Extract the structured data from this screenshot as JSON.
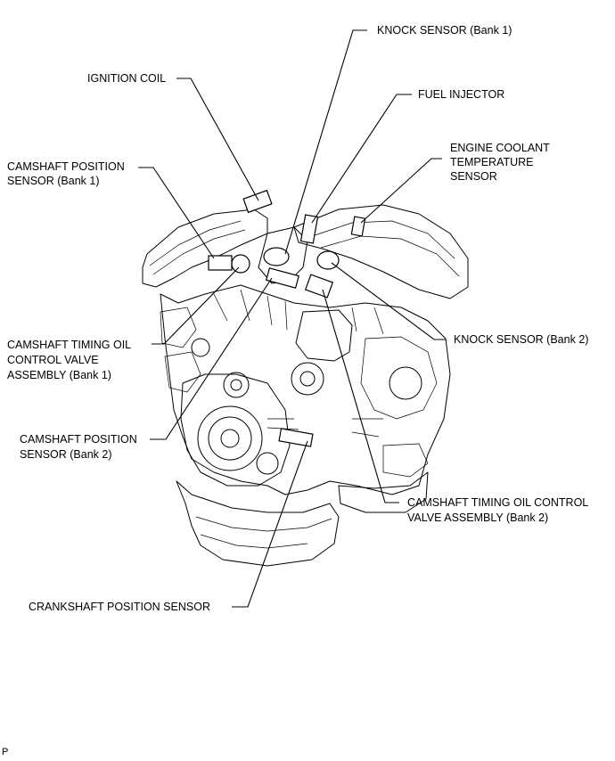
{
  "labels": {
    "knock_bank1": "KNOCK SENSOR (Bank 1)",
    "ignition_coil": "IGNITION COIL",
    "fuel_injector": "FUEL INJECTOR",
    "ect_1": "ENGINE COOLANT",
    "ect_2": "TEMPERATURE",
    "ect_3": "SENSOR",
    "cmp_b1_1": "CAMSHAFT POSITION",
    "cmp_b1_2": "SENSOR (Bank 1)",
    "knock_bank2": "KNOCK SENSOR (Bank 2)",
    "ocv_b1_1": "CAMSHAFT TIMING OIL",
    "ocv_b1_2": "CONTROL VALVE",
    "ocv_b1_3": "ASSEMBLY (Bank 1)",
    "cmp_b2_1": "CAMSHAFT POSITION",
    "cmp_b2_2": "SENSOR (Bank 2)",
    "ocv_b2_1": "CAMSHAFT TIMING OIL CONTROL",
    "ocv_b2_2": "VALVE ASSEMBLY (Bank 2)",
    "ckp": "CRANKSHAFT POSITION SENSOR"
  },
  "footer": "P"
}
